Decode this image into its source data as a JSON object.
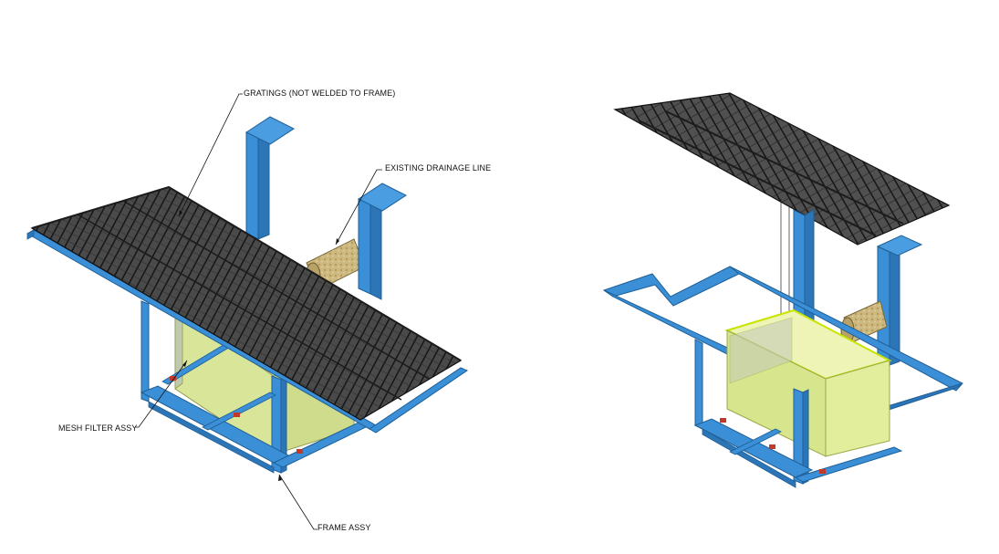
{
  "callouts": {
    "gratings": "GRATINGS (NOT WELDED TO FRAME)",
    "drainage": "EXISTING DRAINAGE LINE",
    "mesh_filter": "MESH FILTER ASSY",
    "frame": "FRAME ASSY"
  },
  "colors": {
    "frame_blue": "#3a8fd6",
    "frame_dark": "#1f5f96",
    "grating": "#3d3d3d",
    "grating_dark": "#1c1c1c",
    "mesh_fill": "#dce89a",
    "mesh_edge": "#c8e400",
    "pipe": "#c9b47a",
    "foot_pad": "#c0392b",
    "leader": "#111111"
  },
  "views": [
    "assembled-isometric-view",
    "exploded-isometric-view"
  ]
}
